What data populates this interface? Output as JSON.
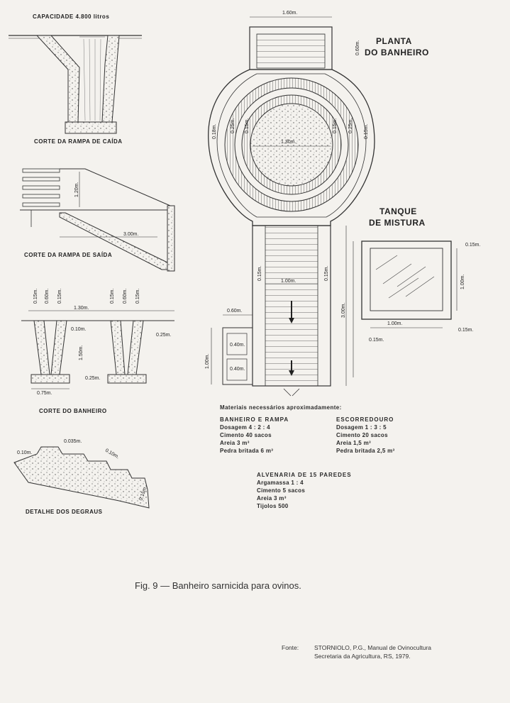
{
  "labels": {
    "capacidade": "CAPACIDADE   4.800 litros",
    "corte_caida": "CORTE DA RAMPA DE CAÍDA",
    "corte_saida": "CORTE DA RAMPA DE SAÍDA",
    "corte_banheiro": "CORTE DO BANHEIRO",
    "detalhe_degraus": "DETALHE DOS DEGRAUS",
    "planta_1": "PLANTA",
    "planta_2": "DO BANHEIRO",
    "tanque_1": "TANQUE",
    "tanque_2": "DE MISTURA"
  },
  "dims": {
    "d160": "1.60m.",
    "d060": "0.60m.",
    "d018a": "0.18m.",
    "d025a": "0.25m.",
    "d015a": "0.15m.",
    "d130p": "1.30m.",
    "d015b": "0.15m.",
    "d025b": "0.25m.",
    "d018b": "0.15m.",
    "d015c": "0.15m.",
    "d015d": "0.15m.",
    "d100p": "1.00m.",
    "d060b": "0.60m.",
    "d100v": "1.00m.",
    "d040a": "0.40m.",
    "d040b": "0.40m.",
    "d300v": "3.00m.",
    "t015a": "0.15m.",
    "t100v": "1.00m.",
    "t100h": "1.00m.",
    "t015b": "0.15m.",
    "t015c": "0.15m.",
    "s120": "1.20m.",
    "s300": "3.00m.",
    "b015a": "0.15m.",
    "b060a": "0.60m.",
    "b015b": "0.15m.",
    "b015c": "0.15m.",
    "b060b": "0.60m.",
    "b015d": "0.15m.",
    "b130": "1.30m.",
    "b010": "0.10m.",
    "b025": "0.25m.",
    "b150": "1.50m.",
    "b025b": "0.25m.",
    "b075": "0.75m.",
    "g010a": "0.10m.",
    "g035": "0.035m.",
    "g010b": "0.10m.",
    "g015": "0.15m."
  },
  "materials": {
    "heading": "Materiais necessários aproximadamente:",
    "banheiro": {
      "title": "BANHEIRO E RAMPA",
      "rows": [
        "Dosagem   4 : 2 : 4",
        "Cimento    40  sacos",
        "Areia   3 m³",
        "Pedra  britada   6 m³"
      ]
    },
    "escorredouro": {
      "title": "ESCORREDOURO",
      "rows": [
        "Dosagem    1 : 3 : 5",
        "Cimento    20  sacos",
        "Areia   1,5 m³",
        "Pedra  britada   2,5 m³"
      ]
    },
    "alvenaria": {
      "title": "ALVENARIA  DE  15  PAREDES",
      "rows": [
        "Argamassa    1 : 4",
        "Cimento    5  sacos",
        "Areia   3 m³",
        "Tijolos   500"
      ]
    }
  },
  "caption": "Fig. 9 — Banheiro sarnicida para ovinos.",
  "source": {
    "label": "Fonte:",
    "line1": "STORNIOLO, P.G., Manual de Ovinocultura",
    "line2": "Secretaria da Agricultura, RS, 1979."
  }
}
